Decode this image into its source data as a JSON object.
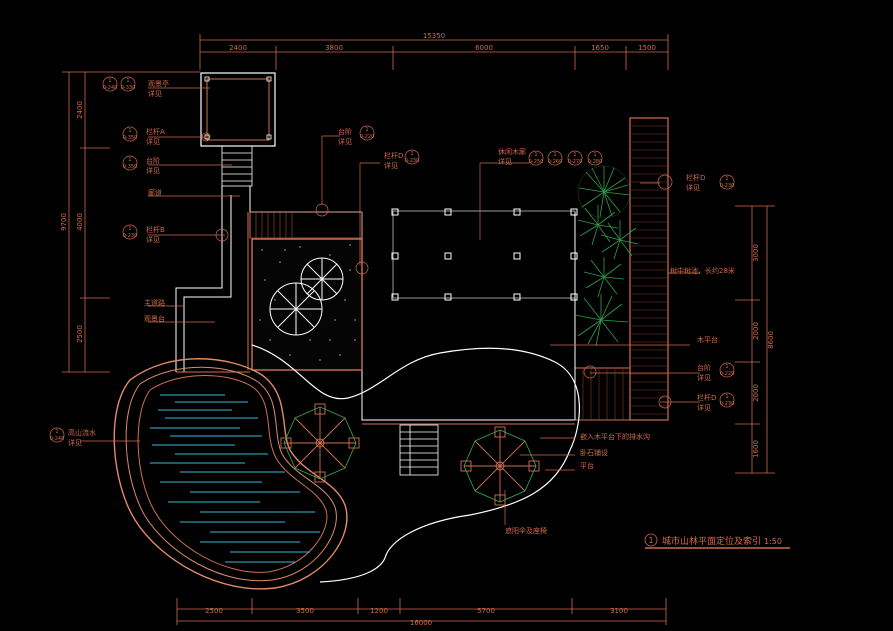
{
  "drawing": {
    "title": "城市山林平面定位及索引",
    "scale": "1:50",
    "title_number": "1"
  },
  "dims": {
    "top_total": "15350",
    "top_segments": [
      "2400",
      "3800",
      "6000",
      "1650",
      "1500"
    ],
    "bottom_total": "16000",
    "bottom_segments": [
      "2500",
      "3500",
      "1200",
      "5700",
      "3100"
    ],
    "left_total": "9700",
    "left_segments": [
      "2400",
      "4000",
      "2500"
    ],
    "right_total": "8600",
    "right_segments": [
      "3000",
      "2000",
      "2000",
      "1600"
    ]
  },
  "labels": {
    "pavilion": "观景亭",
    "detail": "详见",
    "railing_a": "栏杆A",
    "steps": "台阶",
    "corridor": "廊道",
    "railing_b": "栏杆B",
    "railing_d": "栏杆D",
    "pergola": "休闲木廊",
    "main_path": "主道路",
    "viewing_platform": "观景台",
    "stream": "高山流水",
    "trees": "树中树池，长约28米",
    "wood_platform": "木平台",
    "deck_drain": "嵌入木平台下的排水沟",
    "stone_slab": "卧石铺设",
    "platform": "平台",
    "umbrella": "遮阳伞及座椅"
  },
  "refs": {
    "one": "1",
    "r240": "0-240",
    "r330": "0-330",
    "r350": "0-350",
    "r230": "0-230",
    "r220": "0-220",
    "r250": "0-250",
    "r260": "0-260",
    "r270": "0-270",
    "r280": "0-280"
  }
}
